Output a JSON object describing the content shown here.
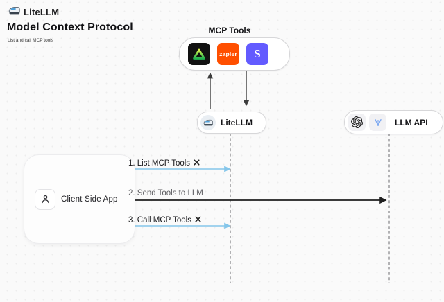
{
  "header": {
    "brand": "LiteLLM",
    "title": "Model Context Protocol",
    "subtitle": "List and call MCP tools"
  },
  "mcp": {
    "label": "MCP Tools",
    "tools": [
      {
        "name": "green-triangle-tool"
      },
      {
        "name": "zapier",
        "label": "zapier"
      },
      {
        "name": "stripe",
        "label": "S"
      }
    ]
  },
  "nodes": {
    "litellm": "LiteLLM",
    "llm_api": "LLM API",
    "client": "Client Side App"
  },
  "steps": [
    {
      "label": "1. List MCP Tools",
      "tool_icon": true,
      "arrow_color": "blue"
    },
    {
      "label": "2. Send Tools to LLM",
      "tool_icon": false,
      "arrow_color": "black"
    },
    {
      "label": "3. Call MCP Tools",
      "tool_icon": true,
      "arrow_color": "blue"
    }
  ],
  "colors": {
    "background": "#fafafa",
    "arrow_blue": "#85c6ea",
    "arrow_dark": "#1f1f1f",
    "vertical_arrow": "#3d3d3d",
    "lifeline": "#a0a0a2",
    "tool_black": "#121212",
    "zapier_orange": "#ff4f00",
    "stripe_purple": "#635bff"
  }
}
